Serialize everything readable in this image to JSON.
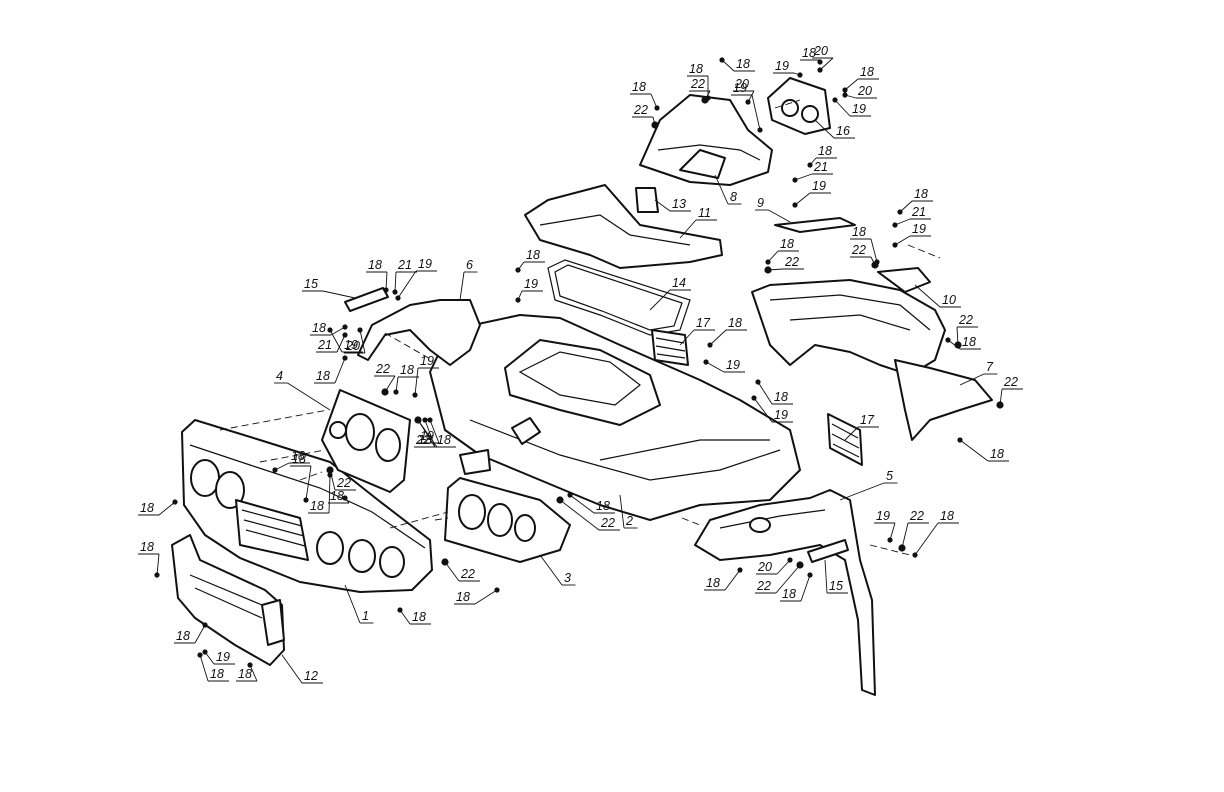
{
  "diagram": {
    "style": "exploded-view line drawing",
    "colors": {
      "ink": "#111111",
      "paper": "#ffffff"
    },
    "callouts": [
      {
        "text": "1"
      },
      {
        "text": "2"
      },
      {
        "text": "3"
      },
      {
        "text": "4"
      },
      {
        "text": "5"
      },
      {
        "text": "6"
      },
      {
        "text": "7"
      },
      {
        "text": "8"
      },
      {
        "text": "9"
      },
      {
        "text": "10"
      },
      {
        "text": "11"
      },
      {
        "text": "12"
      },
      {
        "text": "13"
      },
      {
        "text": "14"
      },
      {
        "text": "15"
      },
      {
        "text": "15"
      },
      {
        "text": "16"
      },
      {
        "text": "17"
      },
      {
        "text": "17"
      },
      {
        "text": "18"
      },
      {
        "text": "18"
      },
      {
        "text": "18"
      },
      {
        "text": "18"
      },
      {
        "text": "18"
      },
      {
        "text": "18"
      },
      {
        "text": "18"
      },
      {
        "text": "18"
      },
      {
        "text": "18"
      },
      {
        "text": "18"
      },
      {
        "text": "18"
      },
      {
        "text": "18"
      },
      {
        "text": "18"
      },
      {
        "text": "18"
      },
      {
        "text": "18"
      },
      {
        "text": "18"
      },
      {
        "text": "18"
      },
      {
        "text": "18"
      },
      {
        "text": "18"
      },
      {
        "text": "18"
      },
      {
        "text": "18"
      },
      {
        "text": "18"
      },
      {
        "text": "18"
      },
      {
        "text": "18"
      },
      {
        "text": "18"
      },
      {
        "text": "18"
      },
      {
        "text": "18"
      },
      {
        "text": "18"
      },
      {
        "text": "18"
      },
      {
        "text": "18"
      },
      {
        "text": "18"
      },
      {
        "text": "18"
      },
      {
        "text": "18"
      },
      {
        "text": "18"
      },
      {
        "text": "18"
      },
      {
        "text": "19"
      },
      {
        "text": "19"
      },
      {
        "text": "19"
      },
      {
        "text": "19"
      },
      {
        "text": "19"
      },
      {
        "text": "19"
      },
      {
        "text": "19"
      },
      {
        "text": "19"
      },
      {
        "text": "19"
      },
      {
        "text": "19"
      },
      {
        "text": "19"
      },
      {
        "text": "19"
      },
      {
        "text": "19"
      },
      {
        "text": "19"
      },
      {
        "text": "20"
      },
      {
        "text": "20"
      },
      {
        "text": "20"
      },
      {
        "text": "20"
      },
      {
        "text": "20"
      },
      {
        "text": "21"
      },
      {
        "text": "21"
      },
      {
        "text": "21"
      },
      {
        "text": "21"
      },
      {
        "text": "22"
      },
      {
        "text": "22"
      },
      {
        "text": "22"
      },
      {
        "text": "22"
      },
      {
        "text": "22"
      },
      {
        "text": "22"
      },
      {
        "text": "22"
      },
      {
        "text": "22"
      },
      {
        "text": "22"
      },
      {
        "text": "22"
      },
      {
        "text": "22"
      },
      {
        "text": "22"
      },
      {
        "text": "22"
      }
    ]
  }
}
